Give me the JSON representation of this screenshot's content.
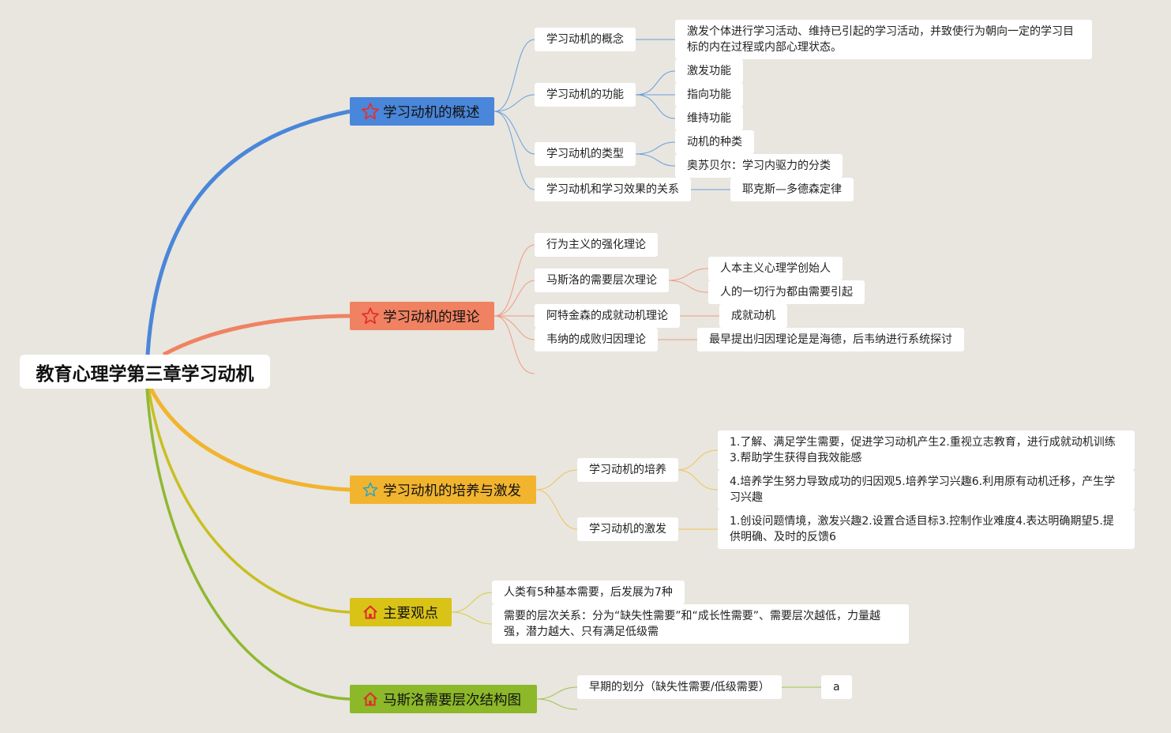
{
  "root": {
    "title": "教育心理学第三章学习动机"
  },
  "colors": {
    "b1": "#4a86d9",
    "b2": "#f08262",
    "b3": "#f2b42f",
    "b4": "#d9c316",
    "b5": "#8cb829",
    "b4line": "#c9be20",
    "b5line": "#8fb831",
    "star_red": "#e33030",
    "star_teal": "#31a7b8",
    "home_red": "#e02c2c"
  },
  "branches": [
    {
      "label": "学习动机的概述",
      "icon": "star-icon"
    },
    {
      "label": "学习动机的理论",
      "icon": "star-icon"
    },
    {
      "label": "学习动机的培养与激发",
      "icon": "star-outline-icon"
    },
    {
      "label": "主要观点",
      "icon": "home-icon"
    },
    {
      "label": "马斯洛需要层次结构图",
      "icon": "home-icon"
    }
  ],
  "b1": {
    "concept": "学习动机的概念",
    "concept_def": "激发个体进行学习活动、维持已引起的学习活动，并致使行为朝向一定的学习目标的内在过程或内部心理状态。",
    "function": "学习动机的功能",
    "functions": [
      "激发功能",
      "指向功能",
      "维持功能"
    ],
    "types": "学习动机的类型",
    "type_items": [
      "动机的种类",
      "奥苏贝尔：学习内驱力的分类"
    ],
    "relation": "学习动机和学习效果的关系",
    "relation_item": "耶克斯—多德森定律"
  },
  "b2": {
    "behaviorism": "行为主义的强化理论",
    "maslow": "马斯洛的需要层次理论",
    "maslow_items": [
      "人本主义心理学创始人",
      "人的一切行为都由需要引起"
    ],
    "atkinson": "阿特金森的成就动机理论",
    "atkinson_item": "成就动机",
    "weiner": "韦纳的成败归因理论",
    "weiner_item": "最早提出归因理论是是海德，后韦纳进行系统探讨"
  },
  "b3": {
    "cultivate": "学习动机的培养",
    "cultivate_items": [
      "1.了解、满足学生需要，促进学习动机产生2.重视立志教育，进行成就动机训练3.帮助学生获得自我效能感",
      "4.培养学生努力导致成功的归因观5.培养学习兴趣6.利用原有动机迁移，产生学习兴趣"
    ],
    "stimulate": "学习动机的激发",
    "stimulate_item": "1.创设问题情境，激发兴趣2.设置合适目标3.控制作业难度4.表达明确期望5.提供明确、及时的反馈6"
  },
  "b4": {
    "items": [
      "人类有5种基本需要，后发展为7种",
      "需要的层次关系：分为“缺失性需要”和“成长性需要”、需要层次越低，力量越强，潜力越大、只有满足低级需"
    ]
  },
  "b5": {
    "early": "早期的划分（缺失性需要/低级需要）",
    "early_item": "a"
  }
}
